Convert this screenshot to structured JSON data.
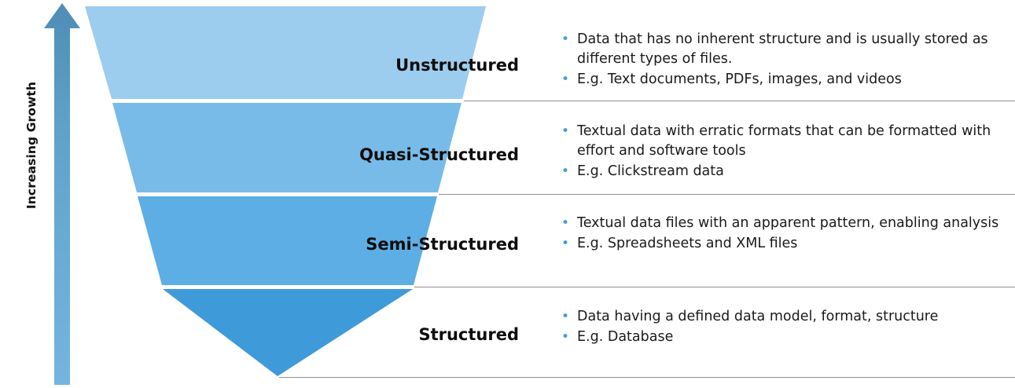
{
  "axis": {
    "label": "Increasing Growth",
    "arrow_icon": "up-arrow-icon",
    "arrow_color_top": "#5d9ec4",
    "arrow_color_bottom": "#6eb4e0"
  },
  "funnel": {
    "type": "inverted-funnel",
    "segments": [
      {
        "label": "Unstructured",
        "color": "#9dcdee"
      },
      {
        "label": "Quasi-Structured",
        "color": "#79bbe8"
      },
      {
        "label": "Semi-Structured",
        "color": "#5caee4"
      },
      {
        "label": "Structured",
        "color": "#3f9ada"
      }
    ]
  },
  "descriptions": [
    {
      "tier": "Unstructured",
      "bullets": [
        "Data that has no inherent structure and is usually stored as different types of files.",
        "E.g. Text documents, PDFs, images, and videos"
      ]
    },
    {
      "tier": "Quasi-Structured",
      "bullets": [
        "Textual data with erratic formats that can be formatted with effort and software tools",
        "E.g. Clickstream data"
      ]
    },
    {
      "tier": "Semi-Structured",
      "bullets": [
        "Textual data files with an apparent pattern, enabling analysis",
        "E.g. Spreadsheets and XML files"
      ]
    },
    {
      "tier": "Structured",
      "bullets": [
        "Data having a defined data model, format, structure",
        "E.g. Database"
      ]
    }
  ],
  "bullet_glyph": "•",
  "divider_color": "#8f8f8f"
}
